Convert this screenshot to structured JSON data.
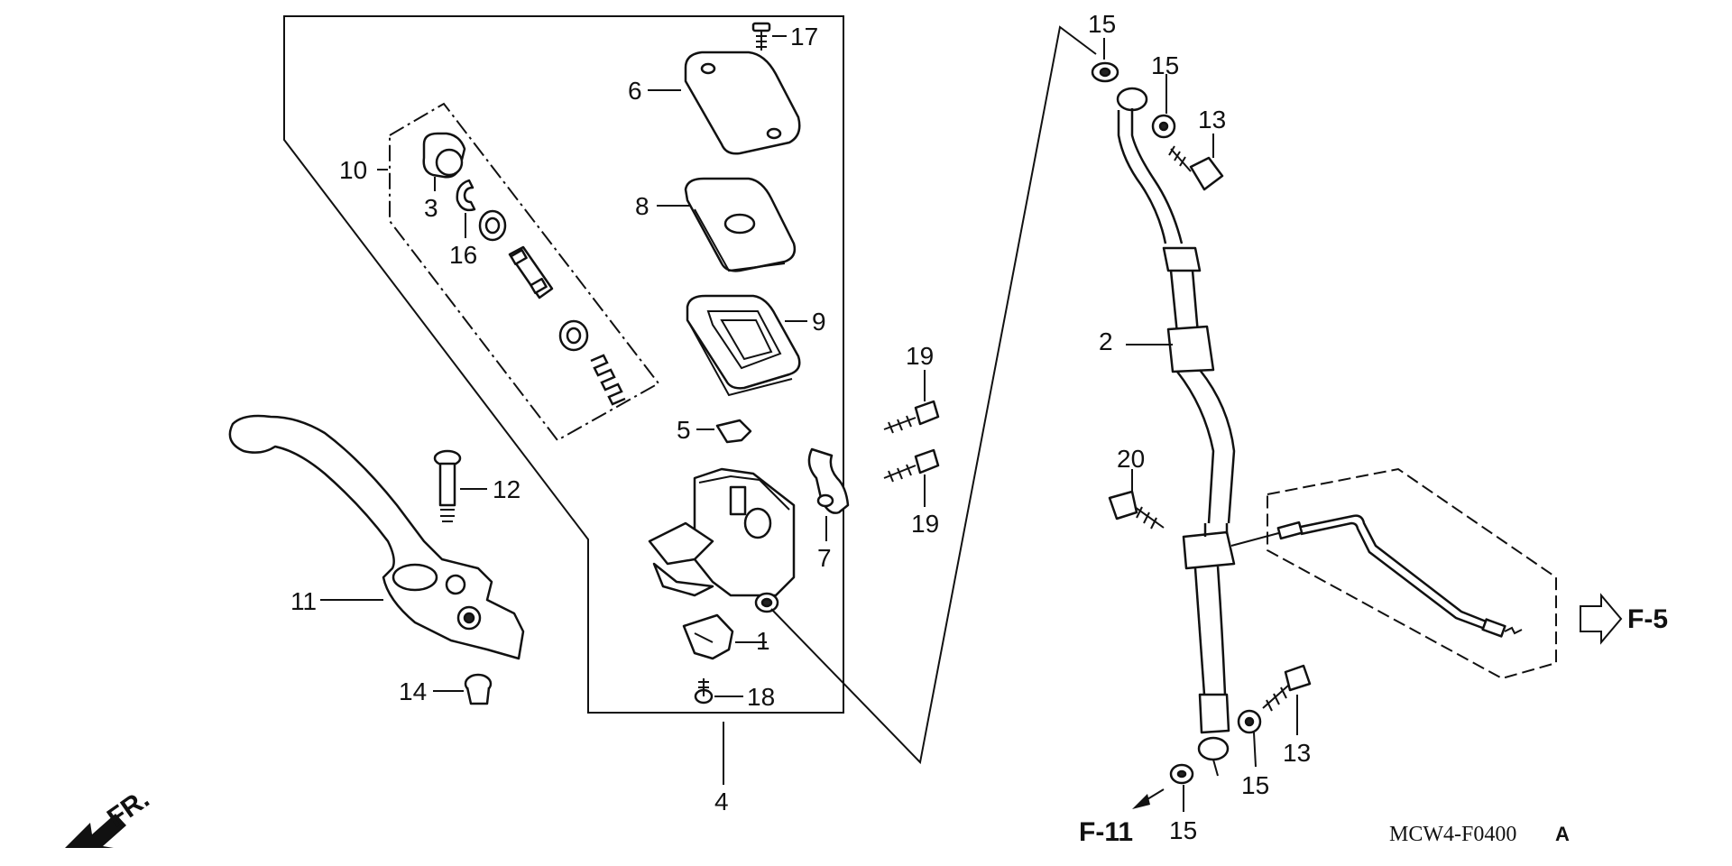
{
  "diagram": {
    "labels": {
      "p1": "1",
      "p2": "2",
      "p3": "3",
      "p4": "4",
      "p5": "5",
      "p6": "6",
      "p7": "7",
      "p8": "8",
      "p9": "9",
      "p10": "10",
      "p11": "11",
      "p12": "12",
      "p13a": "13",
      "p13b": "13",
      "p14": "14",
      "p15a": "15",
      "p15b": "15",
      "p15c": "15",
      "p15d": "15",
      "p16": "16",
      "p17": "17",
      "p18": "18",
      "p19a": "19",
      "p19b": "19",
      "p20": "20"
    },
    "refs": {
      "f5": "F-5",
      "f11": "F-11",
      "front": "FR."
    },
    "code": "MCW4-F0400",
    "code_suffix": "A"
  }
}
